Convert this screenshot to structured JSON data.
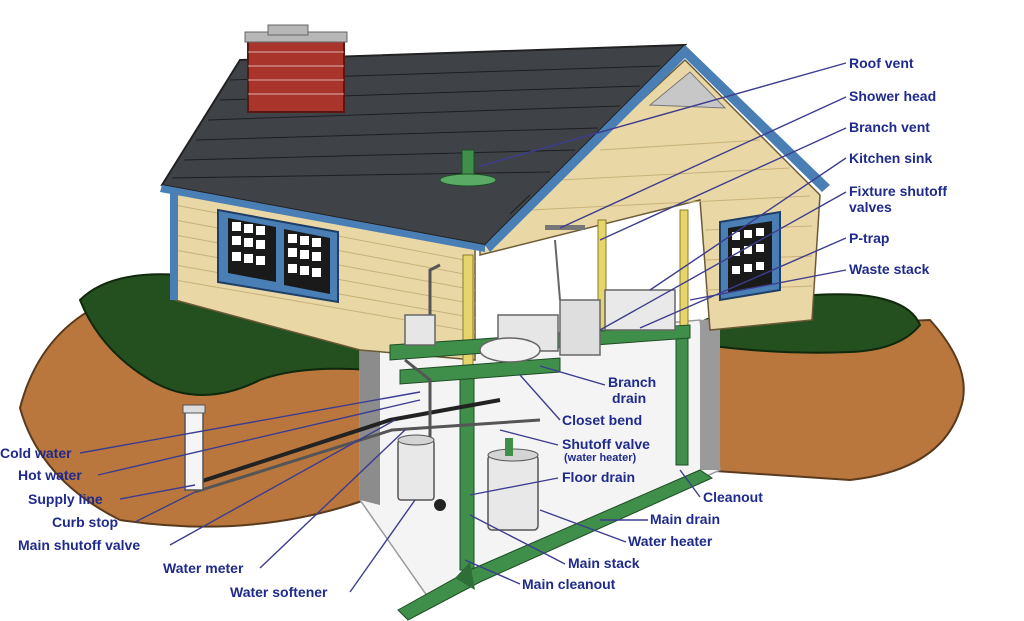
{
  "labels": {
    "roof_vent": "Roof vent",
    "shower_head": "Shower head",
    "branch_vent": "Branch vent",
    "kitchen_sink": "Kitchen sink",
    "fixture_shutoff_1": "Fixture shutoff",
    "fixture_shutoff_2": "valves",
    "p_trap": "P-trap",
    "waste_stack": "Waste stack",
    "branch_drain_1": "Branch",
    "branch_drain_2": "drain",
    "closet_bend": "Closet bend",
    "shutoff_valve": "Shutoff valve",
    "shutoff_valve_sub": "(water heater)",
    "floor_drain": "Floor drain",
    "cleanout": "Cleanout",
    "main_drain": "Main drain",
    "water_heater": "Water heater",
    "main_stack": "Main stack",
    "main_cleanout": "Main cleanout",
    "cold_water": "Cold water",
    "hot_water": "Hot water",
    "supply_line": "Supply line",
    "curb_stop": "Curb stop",
    "main_shutoff_valve": "Main shutoff valve",
    "water_meter": "Water meter",
    "water_softener": "Water softener"
  },
  "colors": {
    "label_text": "#1f2a8c",
    "roof": "#3f4347",
    "siding": "#e9d7a6",
    "trim": "#4a7fb5",
    "brick": "#a9342c",
    "grass": "#244f1e",
    "soil": "#b9773e",
    "pipe_green": "#3f8f4a",
    "pipe_yellow": "#e6d56a"
  }
}
